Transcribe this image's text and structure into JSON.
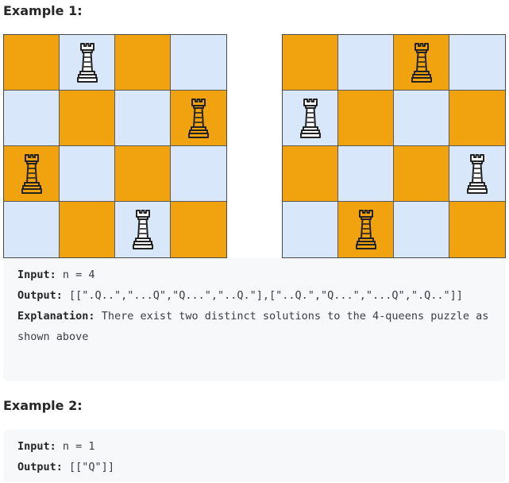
{
  "example1": {
    "heading": "Example 1:",
    "board1": {
      "queen_columns_by_row": [
        1,
        3,
        0,
        2
      ]
    },
    "board2": {
      "queen_columns_by_row": [
        2,
        0,
        3,
        1
      ]
    },
    "colors": {
      "dark_square": "#f0a30e",
      "light_square": "#d9e7fb"
    },
    "input_label": "Input:",
    "input_value": "n = 4",
    "output_label": "Output:",
    "output_value": "[[\".Q..\",\"...Q\",\"Q...\",\"..Q.\"],[\"..Q.\",\"Q...\",\"...Q\",\".Q..\"]]",
    "explanation_label": "Explanation:",
    "explanation_value": "There exist two distinct solutions to the 4-queens puzzle as shown above"
  },
  "example2": {
    "heading": "Example 2:",
    "input_label": "Input:",
    "input_value": "n = 1",
    "output_label": "Output:",
    "output_value": "[[\"Q\"]]"
  }
}
